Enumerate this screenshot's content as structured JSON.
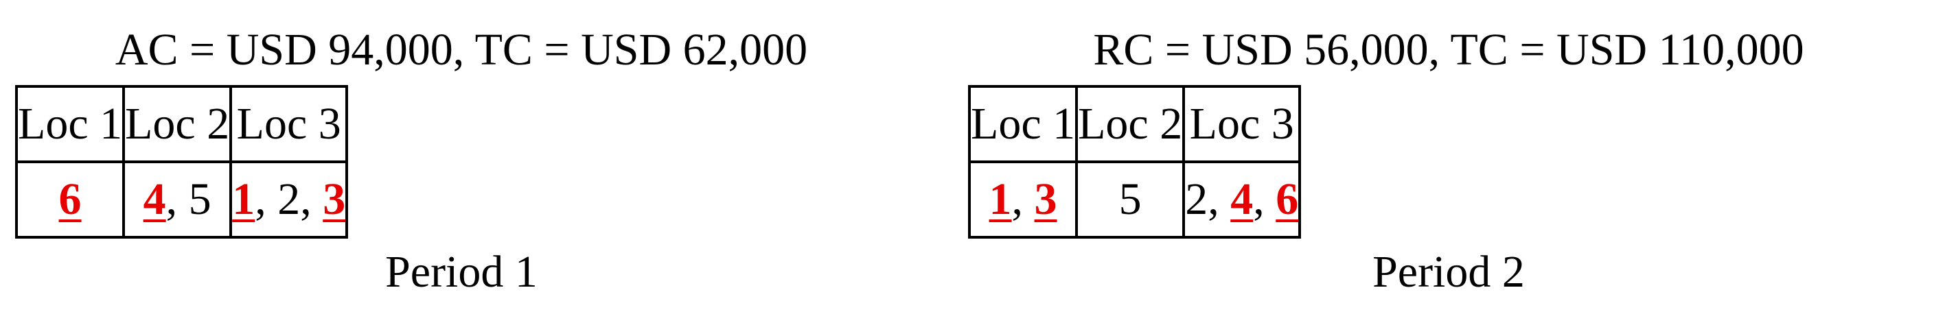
{
  "colors": {
    "highlight": "#e60000",
    "text": "#000000",
    "border": "#000000",
    "background": "#ffffff"
  },
  "panels": [
    {
      "title": "AC = USD 94,000, TC = USD 62,000",
      "headers": [
        "Loc 1",
        "Loc 2",
        "Loc 3"
      ],
      "cells": [
        [
          {
            "text": "6",
            "highlighted": true
          }
        ],
        [
          {
            "text": "4",
            "highlighted": true
          },
          {
            "text": "5",
            "highlighted": false
          }
        ],
        [
          {
            "text": "1",
            "highlighted": true
          },
          {
            "text": "2",
            "highlighted": false
          },
          {
            "text": "3",
            "highlighted": true
          }
        ]
      ],
      "label": "Period 1"
    },
    {
      "title": "RC = USD 56,000, TC = USD 110,000",
      "headers": [
        "Loc 1",
        "Loc 2",
        "Loc 3"
      ],
      "cells": [
        [
          {
            "text": "1",
            "highlighted": true
          },
          {
            "text": "3",
            "highlighted": true
          }
        ],
        [
          {
            "text": "5",
            "highlighted": false
          }
        ],
        [
          {
            "text": "2",
            "highlighted": false
          },
          {
            "text": "4",
            "highlighted": true
          },
          {
            "text": "6",
            "highlighted": true
          }
        ]
      ],
      "label": "Period 2"
    }
  ]
}
